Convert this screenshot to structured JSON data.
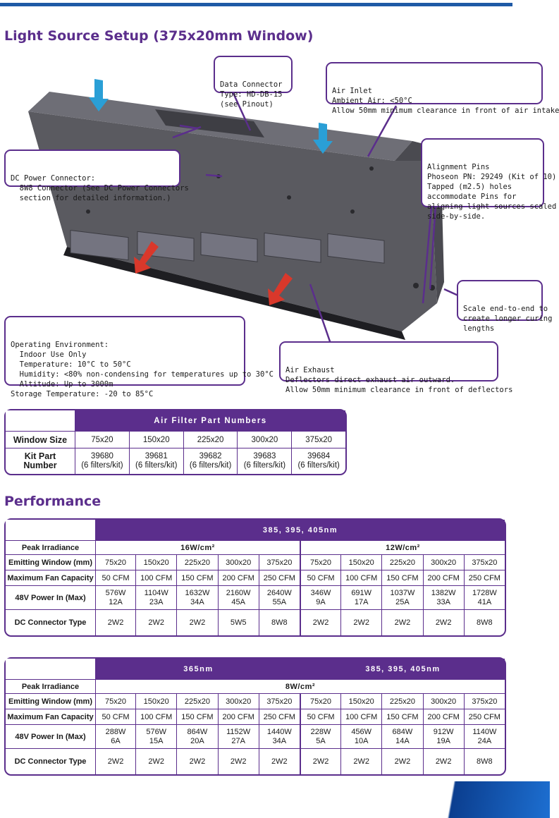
{
  "page": {
    "title": "Light Source Setup (375x20mm Window)",
    "performance_title": "Performance"
  },
  "callouts": {
    "data_connector": [
      "Data Connector",
      "Type: HD-DB-15",
      "(see Pinout)"
    ],
    "air_inlet": [
      "Air Inlet",
      "Ambient Air: <50°C",
      "Allow 50mm minimum clearance in front of air intake"
    ],
    "dc_power": [
      "DC Power Connector:",
      "  8W8 Connector (See DC Power Connectors",
      "  section for detailed information.)"
    ],
    "alignment": [
      "Alignment Pins",
      "Phoseon PN: 29249 (Kit of 10)",
      "Tapped (m2.5) holes",
      "accommodate Pins for",
      "aligning light sources scaled",
      "side-by-side."
    ],
    "scale": [
      "Scale end-to-end to",
      "create longer curing",
      "lengths"
    ],
    "operating": [
      "Operating Environment:",
      "  Indoor Use Only",
      "  Temperature: 10°C to 50°C",
      "  Humidity: <80% non-condensing for temperatures up to 30°C",
      "  Altitude: Up to 3000m",
      "Storage Temperature: -20 to 85°C"
    ],
    "air_exhaust": [
      "Air Exhaust",
      "Deflectors direct exhaust air outward.",
      "Allow 50mm minimum clearance in front of deflectors"
    ]
  },
  "filters": {
    "header": "Air Filter Part Numbers",
    "window_label": "Window Size",
    "kit_label": "Kit Part Number",
    "kit_label_l1": "Kit Part",
    "kit_label_l2": "Number",
    "columns": [
      {
        "size": "75x20",
        "part": "39680",
        "note": "(6 filters/kit)"
      },
      {
        "size": "150x20",
        "part": "39681",
        "note": "(6 filters/kit)"
      },
      {
        "size": "225x20",
        "part": "39682",
        "note": "(6 filters/kit)"
      },
      {
        "size": "300x20",
        "part": "39683",
        "note": "(6 filters/kit)"
      },
      {
        "size": "375x20",
        "part": "39684",
        "note": "(6 filters/kit)"
      }
    ]
  },
  "perf1": {
    "header": "385, 395, 405nm",
    "labels": [
      "Peak Irradiance",
      "Emitting Window (mm)",
      "Maximum Fan Capacity",
      "48V Power In (Max)",
      "DC Connector Type"
    ],
    "irradiance": [
      "16W/cm²",
      "12W/cm²"
    ],
    "windows": [
      "75x20",
      "150x20",
      "225x20",
      "300x20",
      "375x20",
      "75x20",
      "150x20",
      "225x20",
      "300x20",
      "375x20"
    ],
    "fan": [
      "50 CFM",
      "100 CFM",
      "150 CFM",
      "200 CFM",
      "250 CFM",
      "50 CFM",
      "100 CFM",
      "150 CFM",
      "200 CFM",
      "250 CFM"
    ],
    "power_w": [
      "576W",
      "1104W",
      "1632W",
      "2160W",
      "2640W",
      "346W",
      "691W",
      "1037W",
      "1382W",
      "1728W"
    ],
    "power_a": [
      "12A",
      "23A",
      "34A",
      "45A",
      "55A",
      "9A",
      "17A",
      "25A",
      "33A",
      "41A"
    ],
    "connector": [
      "2W2",
      "2W2",
      "2W2",
      "5W5",
      "8W8",
      "2W2",
      "2W2",
      "2W2",
      "2W2",
      "8W8"
    ]
  },
  "perf2": {
    "header_left": "365nm",
    "header_right": "385, 395, 405nm",
    "labels": [
      "Peak Irradiance",
      "Emitting Window (mm)",
      "Maximum Fan Capacity",
      "48V Power In (Max)",
      "DC Connector Type"
    ],
    "irradiance": "8W/cm²",
    "windows": [
      "75x20",
      "150x20",
      "225x20",
      "300x20",
      "375x20",
      "75x20",
      "150x20",
      "225x20",
      "300x20",
      "375x20"
    ],
    "fan": [
      "50 CFM",
      "100 CFM",
      "150 CFM",
      "200 CFM",
      "250 CFM",
      "50 CFM",
      "100 CFM",
      "150 CFM",
      "200 CFM",
      "250 CFM"
    ],
    "power_w": [
      "288W",
      "576W",
      "864W",
      "1152W",
      "1440W",
      "228W",
      "456W",
      "684W",
      "912W",
      "1140W"
    ],
    "power_a": [
      "6A",
      "15A",
      "20A",
      "27A",
      "34A",
      "5A",
      "10A",
      "14A",
      "19A",
      "24A"
    ],
    "connector": [
      "2W2",
      "2W2",
      "2W2",
      "2W2",
      "2W2",
      "2W2",
      "2W2",
      "2W2",
      "2W2",
      "8W8"
    ]
  },
  "colors": {
    "accent": "#5b2e8c",
    "top_bar": "#1f5aa6",
    "inlet_arrow": "#2a9fd6",
    "exhaust_arrow": "#d9382b"
  }
}
